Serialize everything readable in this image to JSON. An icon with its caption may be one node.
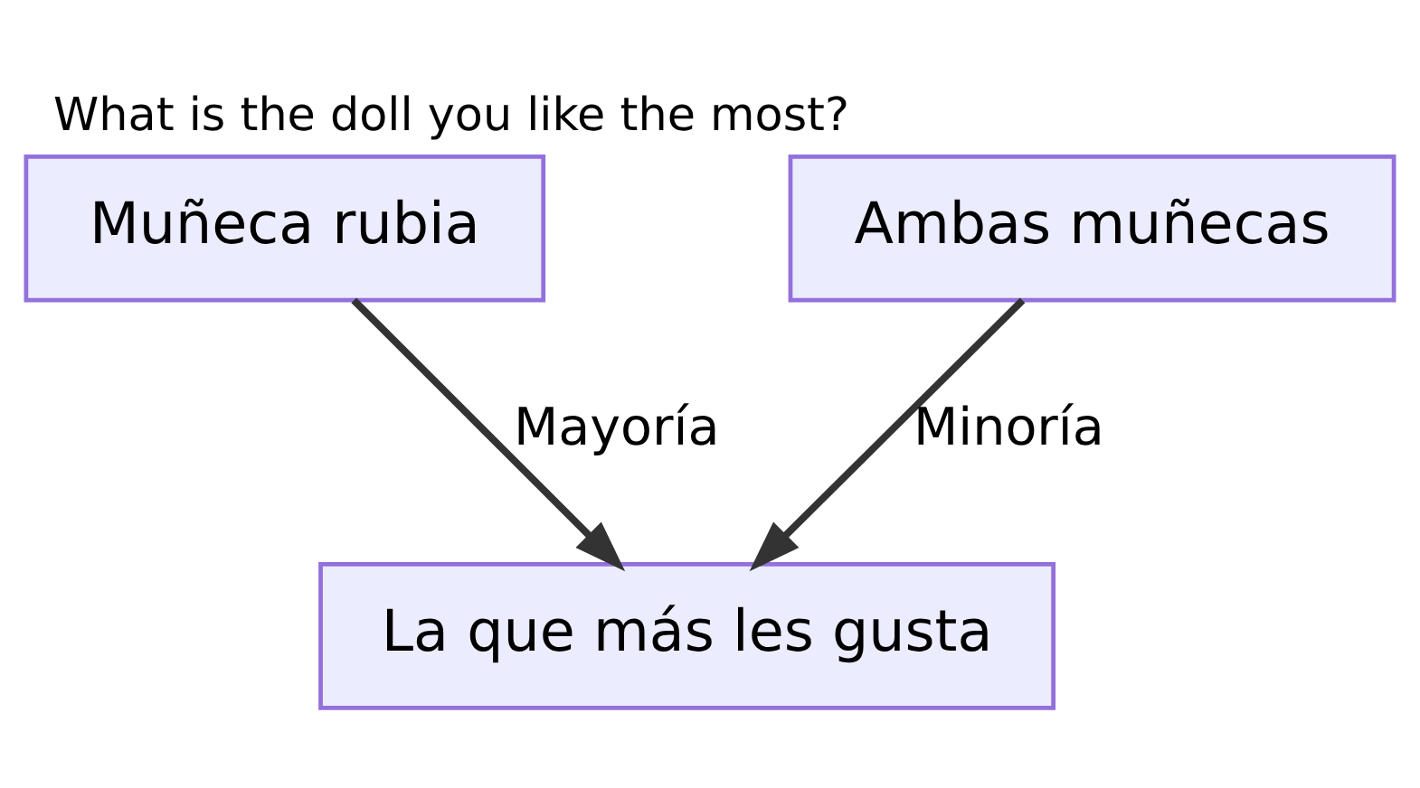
{
  "diagram": {
    "title": "What is the doll you like the most?",
    "nodes": [
      {
        "text": [
          "Muñeca rubia"
        ]
      },
      {
        "text": [
          "Ambas muñecas"
        ]
      },
      {
        "text": [
          "La que más les gusta"
        ]
      }
    ],
    "edges": [
      {
        "from": 0,
        "to": 2,
        "arrow": "to",
        "label": "Mayoría"
      },
      {
        "from": 1,
        "to": 2,
        "arrow": "to",
        "label": "Minoría"
      }
    ]
  }
}
